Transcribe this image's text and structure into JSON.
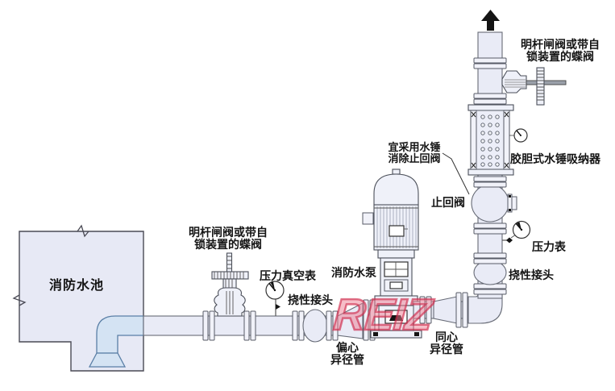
{
  "labels": {
    "top_valve": "明杆闸阀或带自\n锁装置的蝶阀",
    "hammer_note": "宜采用水锤\n消除止回阀",
    "absorber": "胶胆式水锤吸纳器",
    "check_valve": "止回阀",
    "pressure_gauge": "压力表",
    "flex_joint_riser": "挠性接头",
    "mid_valve": "明杆闸阀或带自\n锁装置的蝶阀",
    "vacuum_gauge": "压力真空表",
    "fire_pump": "消防水泵",
    "flex_joint_suction": "挠性接头",
    "fire_tank": "消防水池",
    "eccentric_reducer": "偏心\n异径管",
    "concentric_reducer": "同心\n异径管"
  },
  "watermark": {
    "text": "REIZ"
  },
  "icons": {
    "flow_arrow": "up-arrow",
    "gauges": [
      "vacuum-gauge",
      "riser-pressure-gauge",
      "absorber-gauge"
    ]
  },
  "colors": {
    "pipe_fill": "#e9ebf6",
    "pipe_stroke": "#676b76",
    "tank_fill": "#e7e9f5",
    "water_pipe_fill": "#d4e3f3",
    "water_pipe_stroke": "#5a7fa6",
    "label_text": "#141414",
    "watermark_red": "#cd2346",
    "arrow_black": "#141414"
  }
}
